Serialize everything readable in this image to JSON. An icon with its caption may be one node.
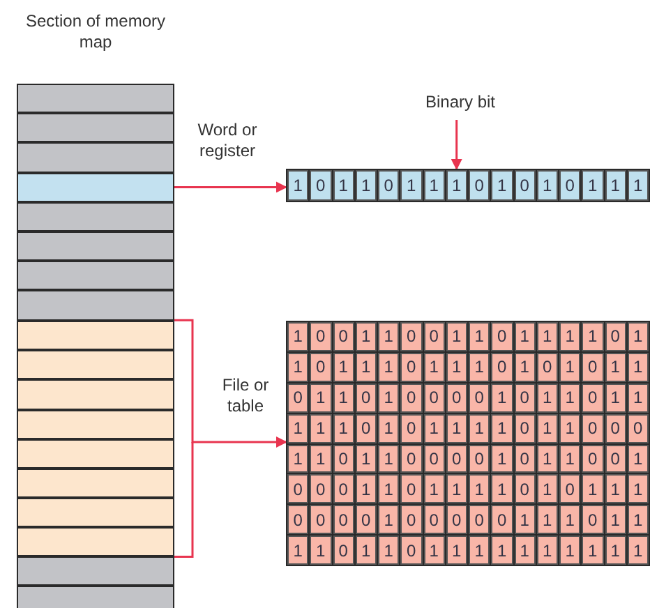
{
  "diagram": {
    "nodes": [
      {
        "text": [
          "Section of memory map"
        ]
      },
      {
        "text": [],
        "shape": "bar",
        "in": 0
      },
      {
        "text": [],
        "shape": "bar",
        "in": 0
      },
      {
        "text": [
          "Binary bit"
        ]
      },
      {
        "text": [
          "1",
          "0",
          "1",
          "1",
          "0",
          "1",
          "1",
          "1",
          "0",
          "1",
          "0",
          "1",
          "0",
          "1",
          "1",
          "1"
        ]
      },
      {
        "text": [
          "1",
          "0",
          "0",
          "1",
          "1",
          "0",
          "0",
          "1",
          "1",
          "0",
          "1",
          "1",
          "1",
          "1",
          "0",
          "1",
          "1",
          "0",
          "1",
          "1",
          "1",
          "0",
          "1",
          "1",
          "1",
          "0",
          "1",
          "0",
          "1",
          "0",
          "1",
          "1",
          "0",
          "1",
          "1",
          "0",
          "1",
          "0",
          "0",
          "0",
          "0",
          "1",
          "0",
          "1",
          "1",
          "0",
          "1",
          "1",
          "1",
          "1",
          "1",
          "0",
          "1",
          "0",
          "1",
          "1",
          "1",
          "1",
          "0",
          "1",
          "1",
          "0",
          "0",
          "0",
          "1",
          "1",
          "0",
          "1",
          "1",
          "0",
          "0",
          "0",
          "0",
          "1",
          "0",
          "1",
          "1",
          "0",
          "0",
          "1",
          "0",
          "0",
          "0",
          "1",
          "1",
          "0",
          "1",
          "1",
          "1",
          "1",
          "0",
          "1",
          "0",
          "1",
          "1",
          "1",
          "0",
          "0",
          "0",
          "0",
          "1",
          "0",
          "0",
          "0",
          "0",
          "0",
          "1",
          "1",
          "1",
          "0",
          "1",
          "1",
          "1",
          "1",
          "0",
          "1",
          "1",
          "0",
          "1",
          "1",
          "1",
          "1",
          "1",
          "1",
          "1",
          "1",
          "1",
          "1"
        ]
      }
    ],
    "edges": [
      {
        "from": 1,
        "to": 4,
        "arrow": "to",
        "label": "Word or register"
      },
      {
        "from": 3,
        "to": 4,
        "arrow": "to"
      },
      {
        "from": 2,
        "to": 5,
        "arrow": "to",
        "label": "File or table"
      }
    ]
  }
}
